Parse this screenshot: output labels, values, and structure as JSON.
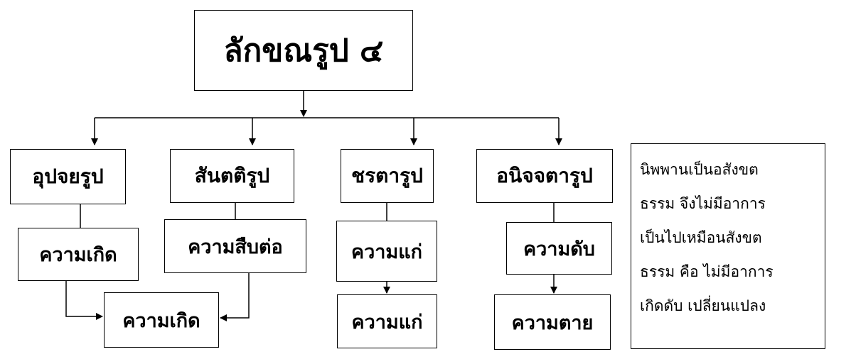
{
  "title": "ลักขณรูป ๔",
  "categories": [
    {
      "name": "อุปจยรูป",
      "meaning": "ความเกิด"
    },
    {
      "name": "สันตติรูป",
      "meaning": "ความสืบต่อ"
    },
    {
      "name": "ชรตารูป",
      "meaning": "ความแก่",
      "result": "ความแก่"
    },
    {
      "name": "อนิจจตารูป",
      "meaning": "ความดับ",
      "result": "ความตาย"
    }
  ],
  "shared_result": "ความเกิด",
  "note_lines": [
    "นิพพานเป็นอสังขต",
    "ธรรม จึงไม่มีอาการ",
    "เป็นไปเหมือนสังขต",
    "ธรรม คือ ไม่มีอาการ",
    "เกิดดับ เปลี่ยนแปลง"
  ]
}
